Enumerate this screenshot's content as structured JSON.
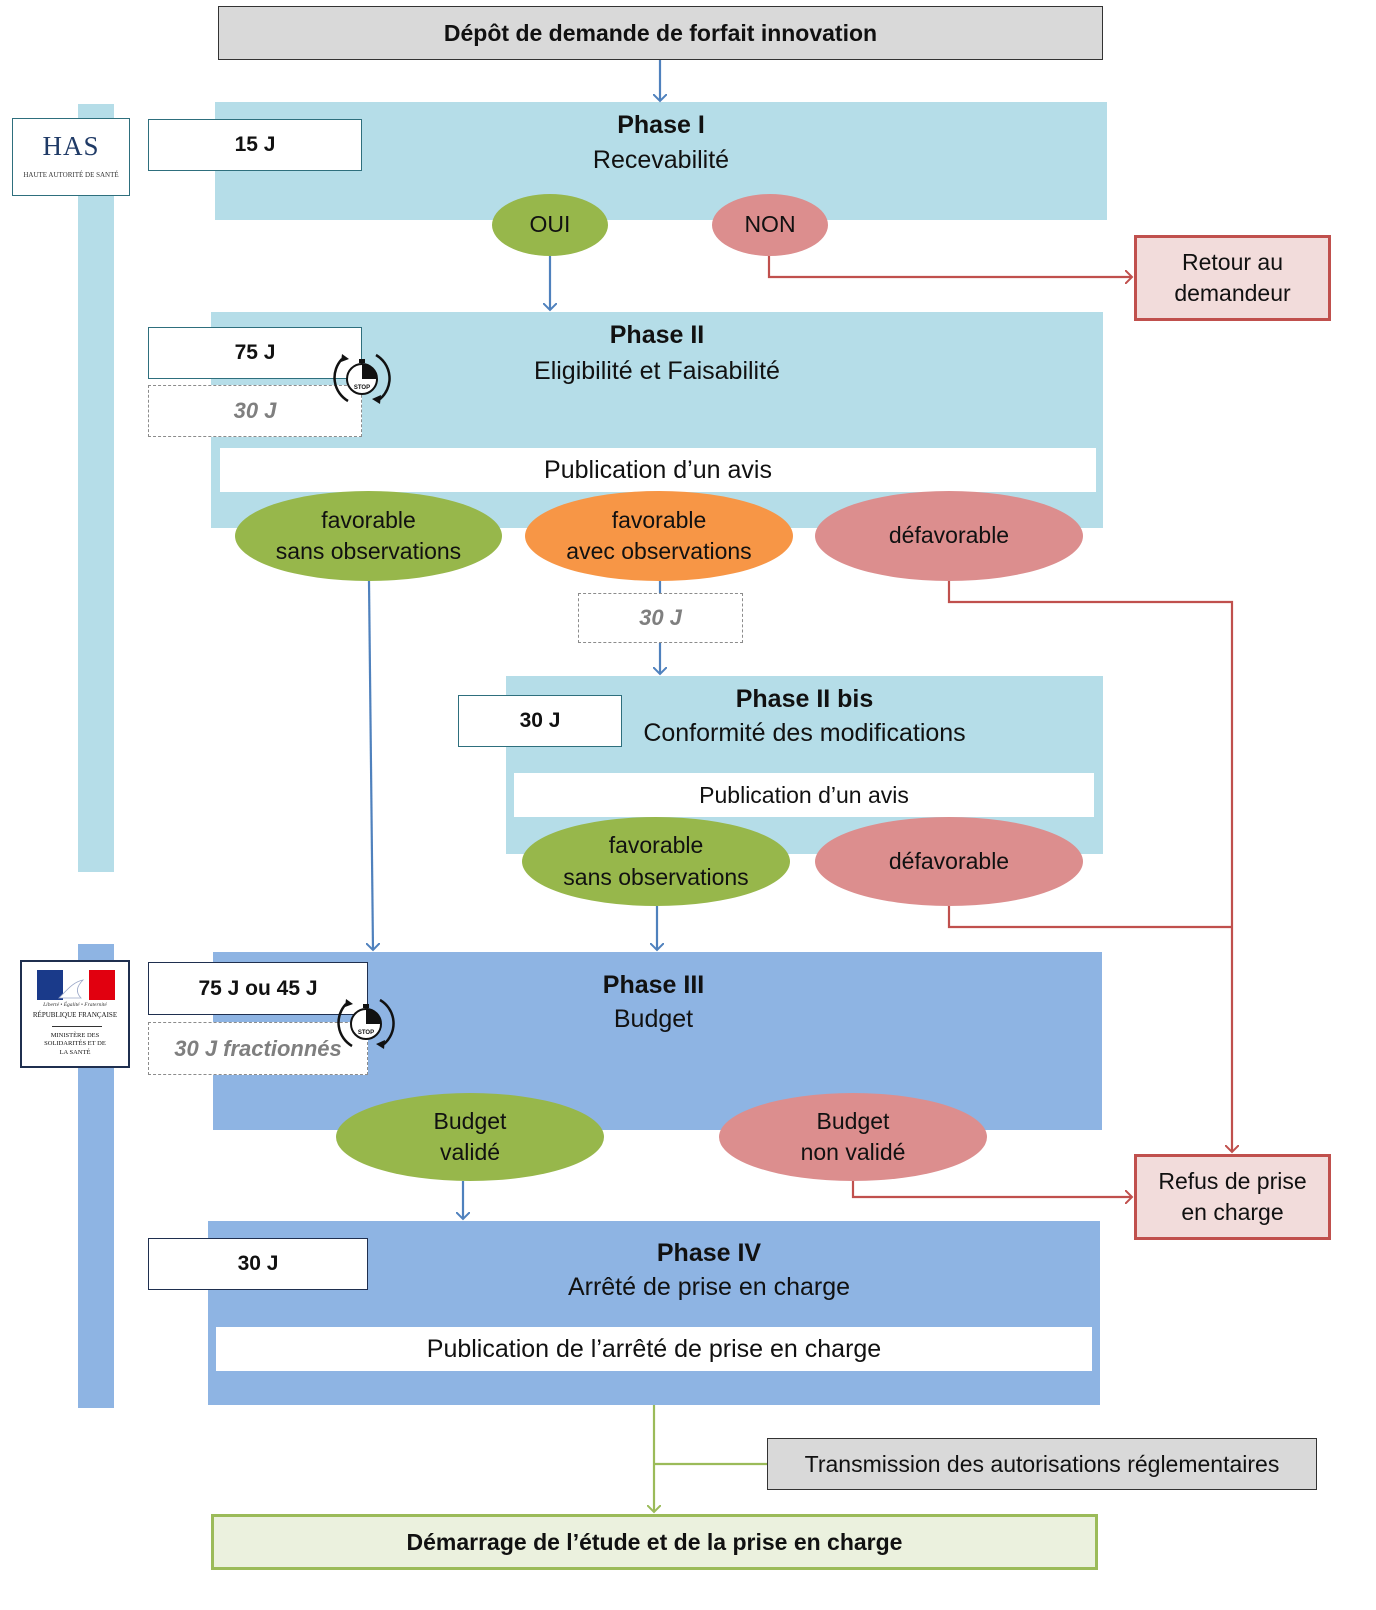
{
  "top": {
    "label": "Dépôt de demande de forfait innovation"
  },
  "logos": {
    "has": {
      "mark": "HAS",
      "subtitle": "HAUTE AUTORITÉ DE SANTÉ"
    },
    "ministry": {
      "motto": "Liberté • Égalité • Fraternité",
      "republic": "RÉPUBLIQUE FRANÇAISE",
      "ministry": "MINISTÈRE DES SOLIDARITÉS ET DE LA SANTÉ"
    }
  },
  "phase1": {
    "title": "Phase I",
    "subtitle": "Recevabilité",
    "days": "15 J",
    "yes": "OUI",
    "no": "NON"
  },
  "retour": {
    "line1": "Retour au",
    "line2": "demandeur"
  },
  "phase2": {
    "title": "Phase II",
    "subtitle": "Eligibilité et Faisabilité",
    "days": "75 J",
    "stop_days": "30 J",
    "publication": "Publication d’un avis",
    "fav_no_obs": {
      "line1": "favorable",
      "line2": "sans observations"
    },
    "fav_obs": {
      "line1": "favorable",
      "line2": "avec observations"
    },
    "unfav": "défavorable",
    "obs_delay": "30 J"
  },
  "phase2bis": {
    "title": "Phase II bis",
    "subtitle": "Conformité des modifications",
    "days": "30 J",
    "publication": "Publication d’un avis",
    "fav_no_obs": {
      "line1": "favorable",
      "line2": "sans observations"
    },
    "unfav": "défavorable"
  },
  "phase3": {
    "title": "Phase III",
    "subtitle": "Budget",
    "days": "75 J ou 45 J",
    "stop_days": "30 J fractionnés",
    "validated": {
      "line1": "Budget",
      "line2": "validé"
    },
    "not_validated": {
      "line1": "Budget",
      "line2": "non validé"
    }
  },
  "refus": {
    "line1": "Refus de prise",
    "line2": "en charge"
  },
  "phase4": {
    "title": "Phase IV",
    "subtitle": "Arrêté de prise en charge",
    "days": "30 J",
    "publication": "Publication de l’arrêté de prise en charge"
  },
  "transmission": {
    "label": "Transmission des autorisations réglementaires"
  },
  "start": {
    "label": "Démarrage de l’étude et de la prise en charge"
  },
  "timer_label": "STOP",
  "colors": {
    "blue_arrow": "#4f81bd",
    "red_arrow": "#c0504d",
    "green_arrow": "#9bbb59",
    "light_blue": "#b5dde8",
    "dark_blue": "#8eb4e3"
  },
  "icons": [
    "stopwatch-icon",
    "has-logo",
    "marianne-logo"
  ]
}
